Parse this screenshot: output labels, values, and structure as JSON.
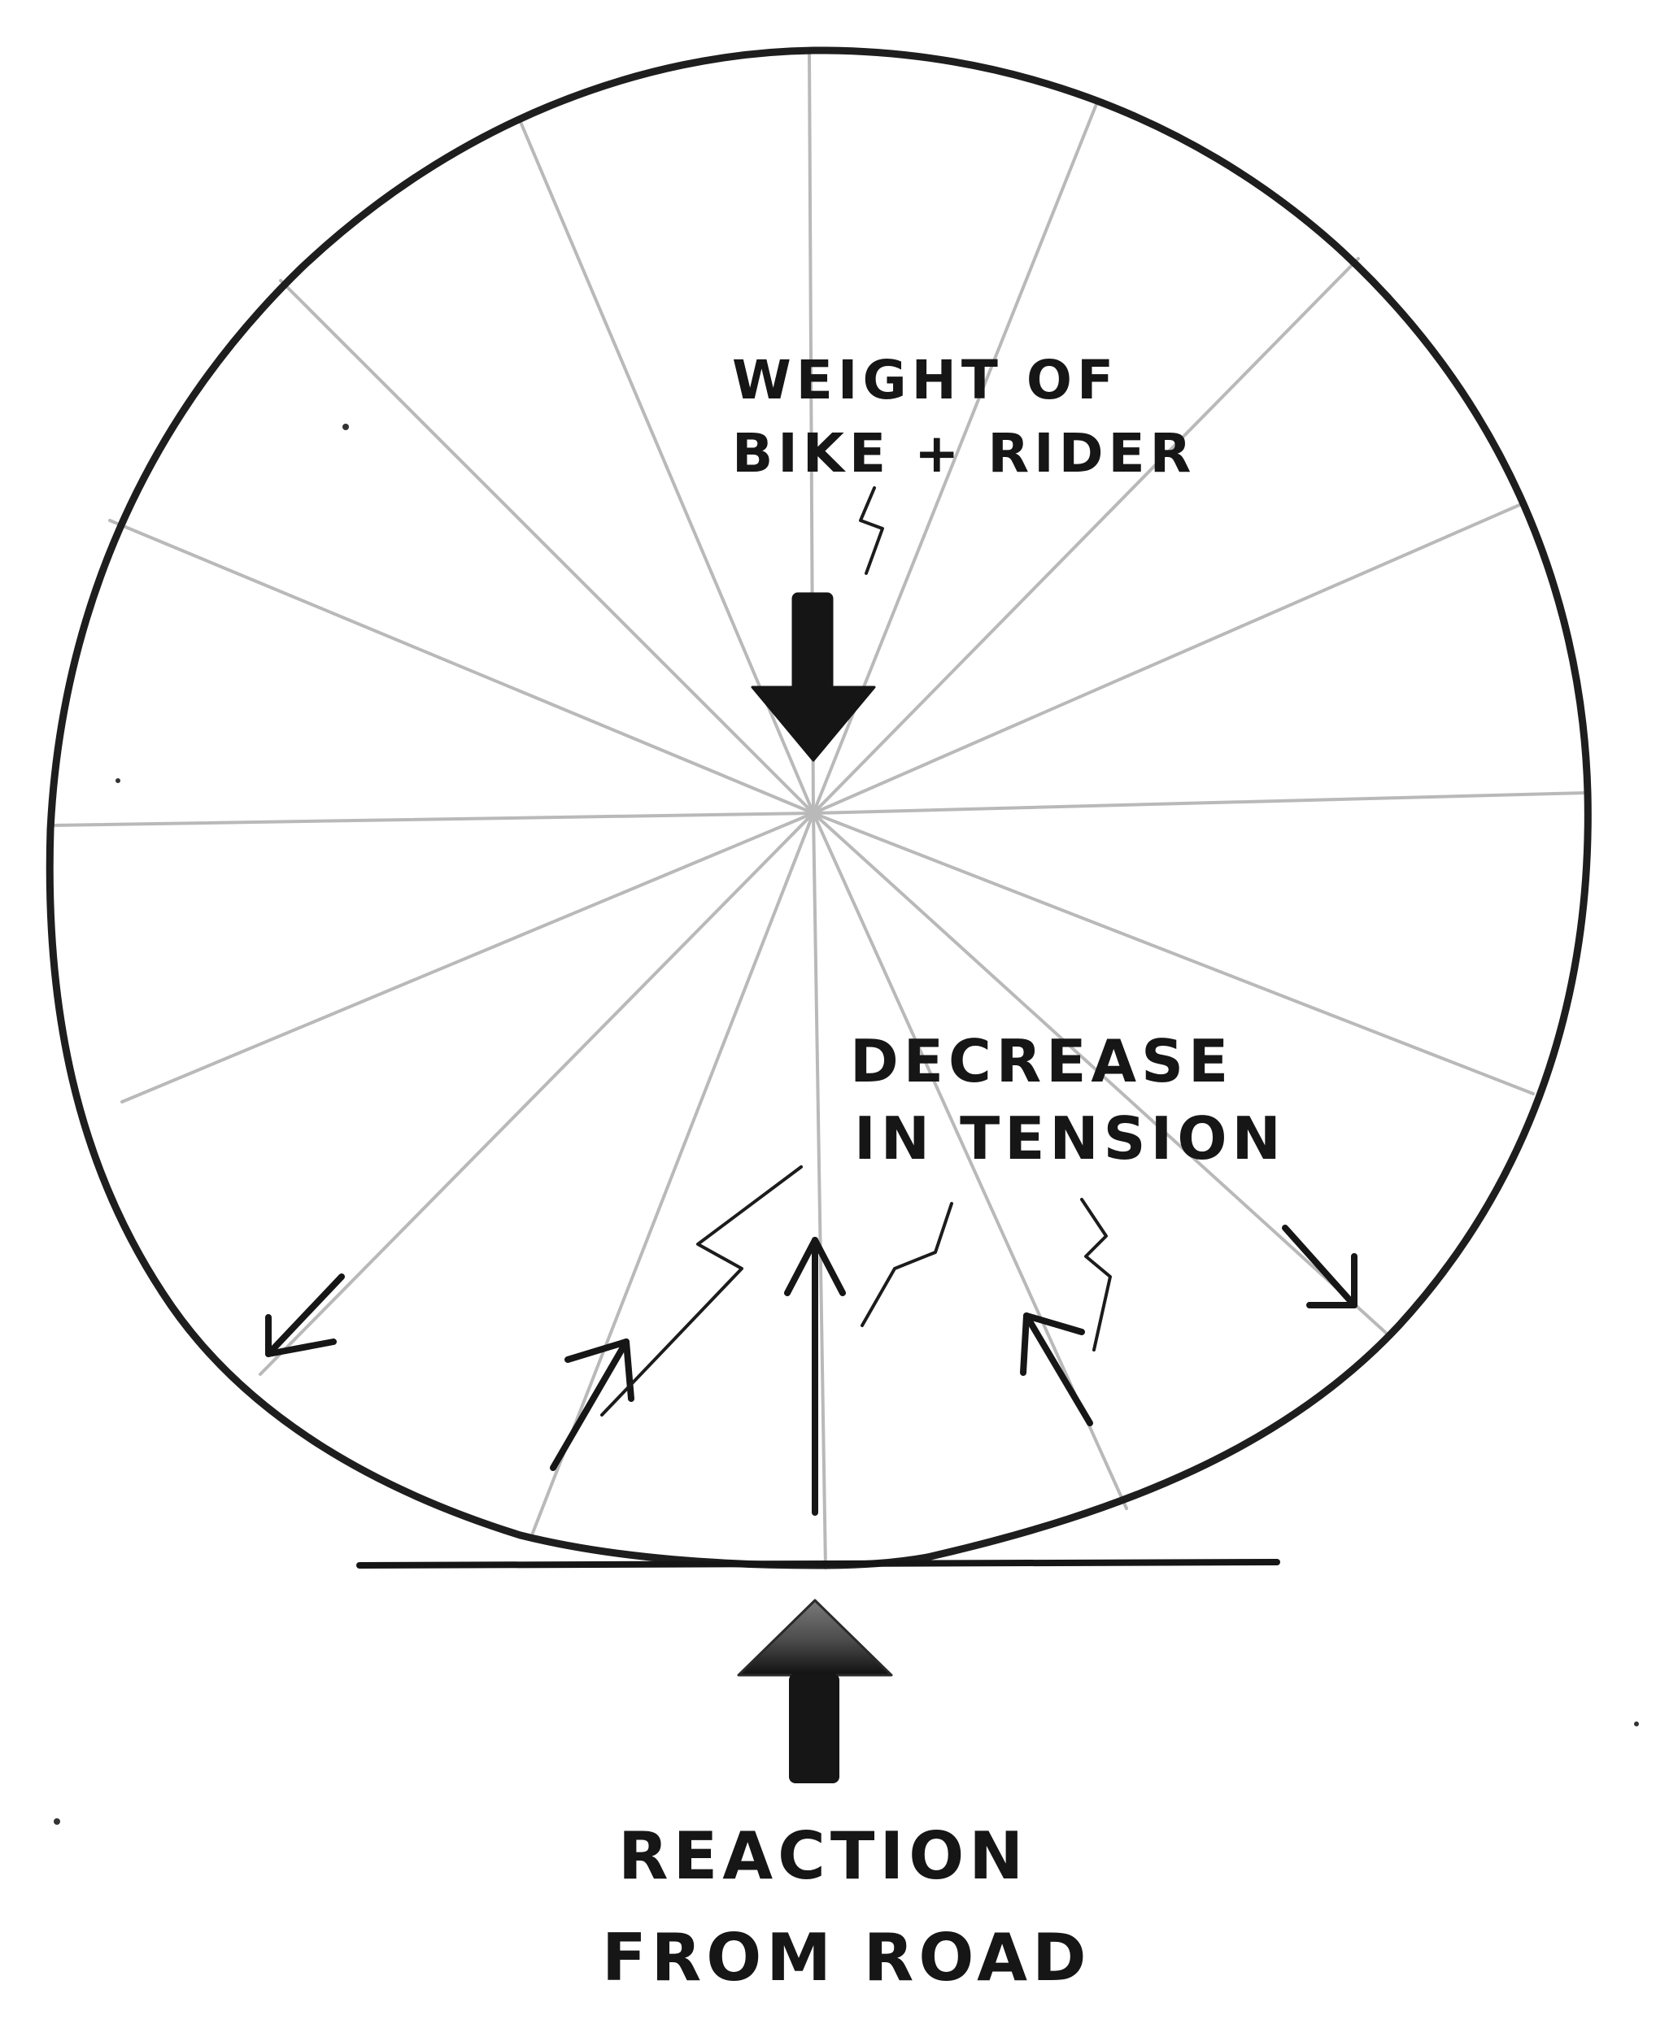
{
  "labels": {
    "weight_line1": "WEIGHT OF",
    "weight_line2": "BIKE + RIDER",
    "decrease_line1": "DECREASE",
    "decrease_line2": "IN TENSION",
    "reaction_line1": "REACTION",
    "reaction_line2": "FROM ROAD"
  },
  "colors": {
    "ink": "#161616",
    "spoke": "#b9b9b9",
    "paper": "#ffffff"
  }
}
